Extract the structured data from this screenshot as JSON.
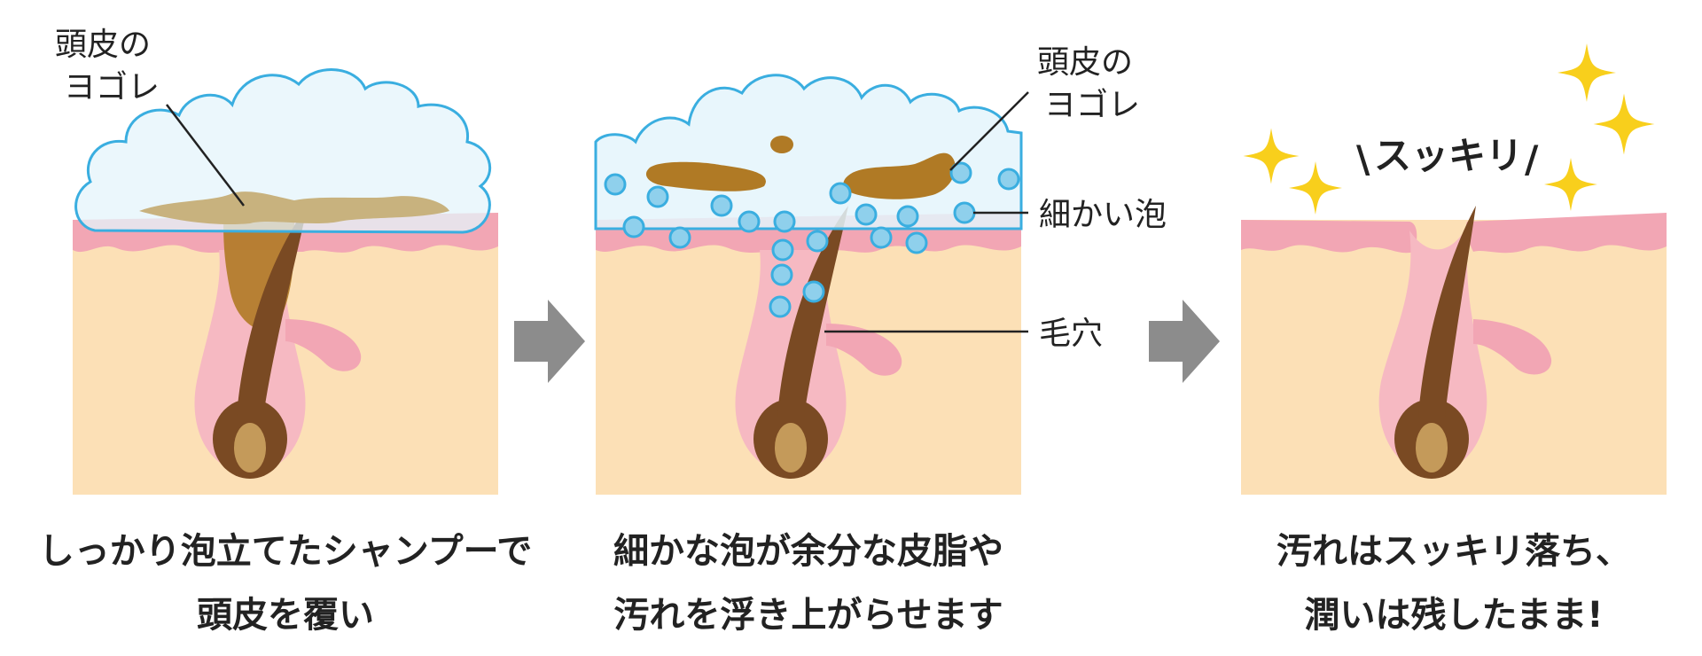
{
  "panels": [
    {
      "labels": {
        "dirt_line1": "頭皮の",
        "dirt_line2": "ヨゴレ"
      },
      "caption": {
        "line1": "しっかり泡立てたシャンプーで",
        "line2": "頭皮を覆い"
      }
    },
    {
      "labels": {
        "dirt_line1": "頭皮の",
        "dirt_line2": "ヨゴレ",
        "bubbles": "細かい泡",
        "pore": "毛穴"
      },
      "caption": {
        "line1": "細かな泡が余分な皮脂や",
        "line2": "汚れを浮き上がらせます"
      }
    },
    {
      "labels": {
        "exclaim_left": "\\",
        "exclaim_text": "スッキリ",
        "exclaim_right": "/"
      },
      "caption": {
        "line1": "汚れはスッキリ落ち、",
        "line2": "潤いは残したまま!"
      }
    }
  ],
  "colors": {
    "fat_layer": "#fce0b6",
    "skin_pink": "#f2a6b4",
    "follicle_pink": "#f6b9c2",
    "hair_brown": "#7a4a23",
    "bulb": "#c49a5a",
    "foam_fill": "#e4f4fb",
    "foam_stroke": "#3aaee0",
    "bubble_fill": "#8fd0ec",
    "dirt": "#b07a25",
    "dirt_in_foam": "#c8b27e",
    "arrow": "#8c8c8c",
    "sparkle": "#f8cf1c"
  }
}
